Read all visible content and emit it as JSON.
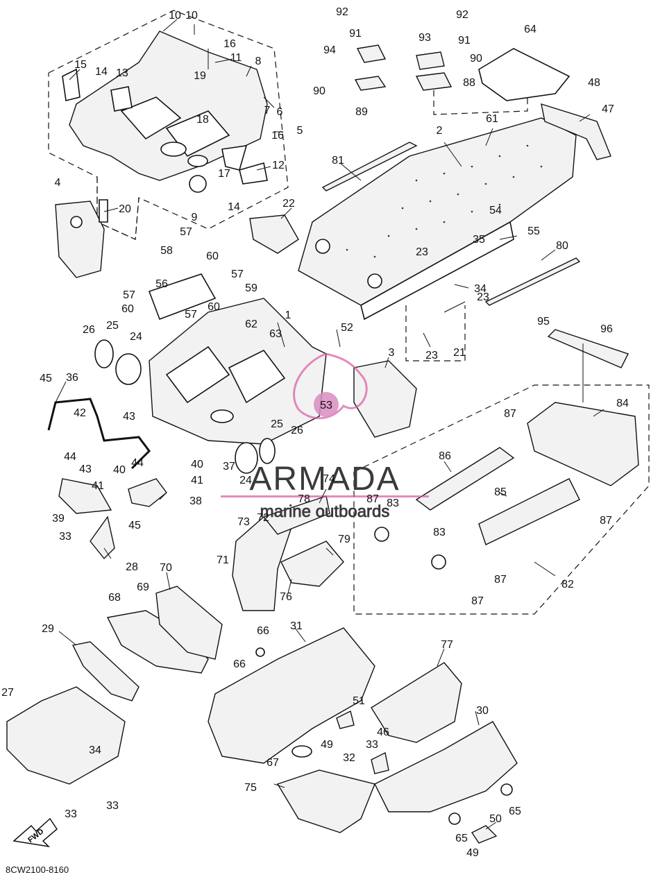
{
  "diagram_code": "8CW2100-8160",
  "fwd_label": "FWD",
  "watermark": {
    "brand": "ARMADA",
    "tagline": "marine outboards",
    "badge": "53"
  },
  "callouts": [
    {
      "t": "10"
    },
    {
      "t": "10"
    },
    {
      "t": "16"
    },
    {
      "t": "11"
    },
    {
      "t": "15"
    },
    {
      "t": "14"
    },
    {
      "t": "13"
    },
    {
      "t": "19"
    },
    {
      "t": "8"
    },
    {
      "t": "6"
    },
    {
      "t": "18"
    },
    {
      "t": "7"
    },
    {
      "t": "16"
    },
    {
      "t": "5"
    },
    {
      "t": "12"
    },
    {
      "t": "17"
    },
    {
      "t": "14"
    },
    {
      "t": "9"
    },
    {
      "t": "4"
    },
    {
      "t": "20"
    },
    {
      "t": "22"
    },
    {
      "t": "92"
    },
    {
      "t": "91"
    },
    {
      "t": "94"
    },
    {
      "t": "92"
    },
    {
      "t": "93"
    },
    {
      "t": "91"
    },
    {
      "t": "90"
    },
    {
      "t": "88"
    },
    {
      "t": "90"
    },
    {
      "t": "89"
    },
    {
      "t": "64"
    },
    {
      "t": "48"
    },
    {
      "t": "47"
    },
    {
      "t": "2"
    },
    {
      "t": "61"
    },
    {
      "t": "81"
    },
    {
      "t": "54"
    },
    {
      "t": "55"
    },
    {
      "t": "23"
    },
    {
      "t": "35"
    },
    {
      "t": "80"
    },
    {
      "t": "34"
    },
    {
      "t": "23"
    },
    {
      "t": "23"
    },
    {
      "t": "21"
    },
    {
      "t": "57"
    },
    {
      "t": "58"
    },
    {
      "t": "60"
    },
    {
      "t": "57"
    },
    {
      "t": "59"
    },
    {
      "t": "56"
    },
    {
      "t": "57"
    },
    {
      "t": "60"
    },
    {
      "t": "60"
    },
    {
      "t": "57"
    },
    {
      "t": "62"
    },
    {
      "t": "63"
    },
    {
      "t": "1"
    },
    {
      "t": "52"
    },
    {
      "t": "3"
    },
    {
      "t": "26"
    },
    {
      "t": "25"
    },
    {
      "t": "24"
    },
    {
      "t": "45"
    },
    {
      "t": "36"
    },
    {
      "t": "42"
    },
    {
      "t": "43"
    },
    {
      "t": "44"
    },
    {
      "t": "43"
    },
    {
      "t": "40"
    },
    {
      "t": "44"
    },
    {
      "t": "41"
    },
    {
      "t": "40"
    },
    {
      "t": "41"
    },
    {
      "t": "38"
    },
    {
      "t": "39"
    },
    {
      "t": "45"
    },
    {
      "t": "33"
    },
    {
      "t": "28"
    },
    {
      "t": "25"
    },
    {
      "t": "26"
    },
    {
      "t": "37"
    },
    {
      "t": "24"
    },
    {
      "t": "95"
    },
    {
      "t": "96"
    },
    {
      "t": "87"
    },
    {
      "t": "84"
    },
    {
      "t": "86"
    },
    {
      "t": "85"
    },
    {
      "t": "87"
    },
    {
      "t": "83"
    },
    {
      "t": "83"
    },
    {
      "t": "87"
    },
    {
      "t": "87"
    },
    {
      "t": "87"
    },
    {
      "t": "82"
    },
    {
      "t": "74"
    },
    {
      "t": "78"
    },
    {
      "t": "73"
    },
    {
      "t": "72"
    },
    {
      "t": "79"
    },
    {
      "t": "71"
    },
    {
      "t": "76"
    },
    {
      "t": "70"
    },
    {
      "t": "69"
    },
    {
      "t": "68"
    },
    {
      "t": "29"
    },
    {
      "t": "66"
    },
    {
      "t": "31"
    },
    {
      "t": "66"
    },
    {
      "t": "77"
    },
    {
      "t": "27"
    },
    {
      "t": "51"
    },
    {
      "t": "30"
    },
    {
      "t": "34"
    },
    {
      "t": "46"
    },
    {
      "t": "49"
    },
    {
      "t": "33"
    },
    {
      "t": "32"
    },
    {
      "t": "67"
    },
    {
      "t": "65"
    },
    {
      "t": "75"
    },
    {
      "t": "33"
    },
    {
      "t": "33"
    },
    {
      "t": "50"
    },
    {
      "t": "65"
    },
    {
      "t": "49"
    }
  ]
}
